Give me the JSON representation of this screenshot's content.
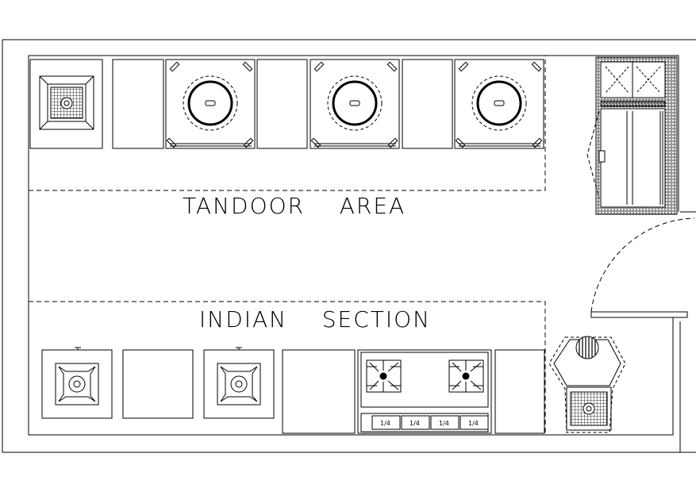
{
  "areas": {
    "tandoor": "TANDOOR    AREA",
    "indian": "INDIAN    SECTION"
  },
  "well_labels": [
    "1/4",
    "1/4",
    "1/4",
    "1/4"
  ]
}
